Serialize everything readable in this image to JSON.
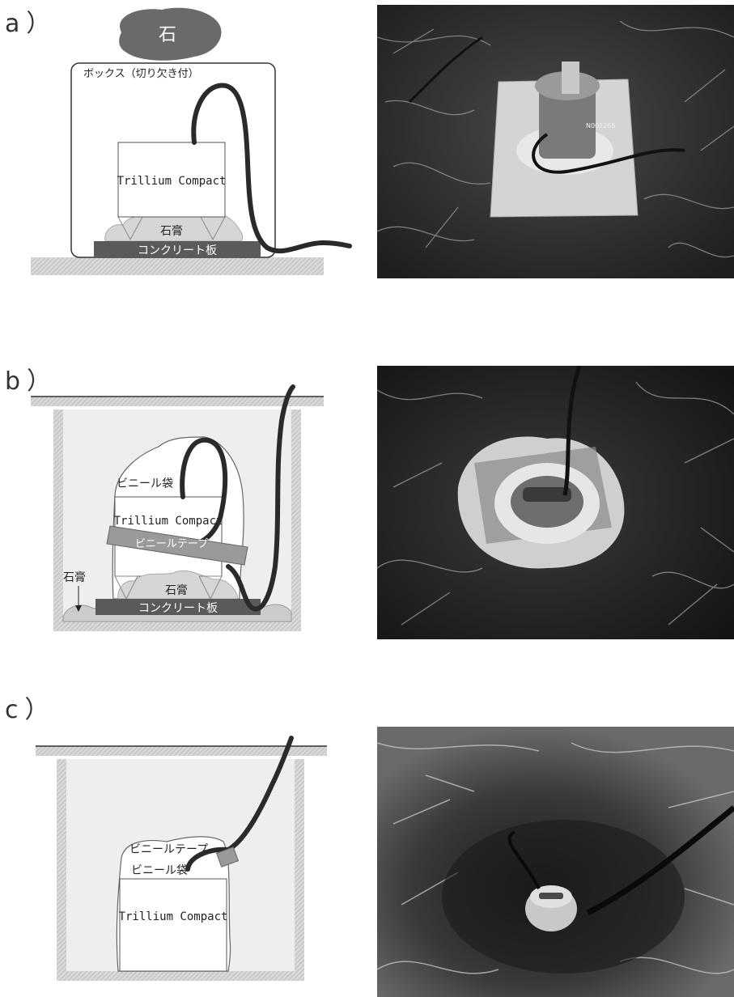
{
  "panels": [
    {
      "label": "a）",
      "stone": "石",
      "box": "ボックス（切り欠き付）",
      "sensor": "Trillium Compact",
      "plaster": "石膏",
      "slab": "コンクリート板",
      "serial": "N001266"
    },
    {
      "label": "b）",
      "bag": "ビニール袋",
      "sensor": "Trillium Compact",
      "tape": "ビニールテープ",
      "plaster_inner": "石膏",
      "plaster_outer": "石膏",
      "slab": "コンクリート板"
    },
    {
      "label": "c）",
      "tape": "ビニールテープ",
      "bag": "ビニール袋",
      "sensor": "Trillium Compact"
    }
  ]
}
